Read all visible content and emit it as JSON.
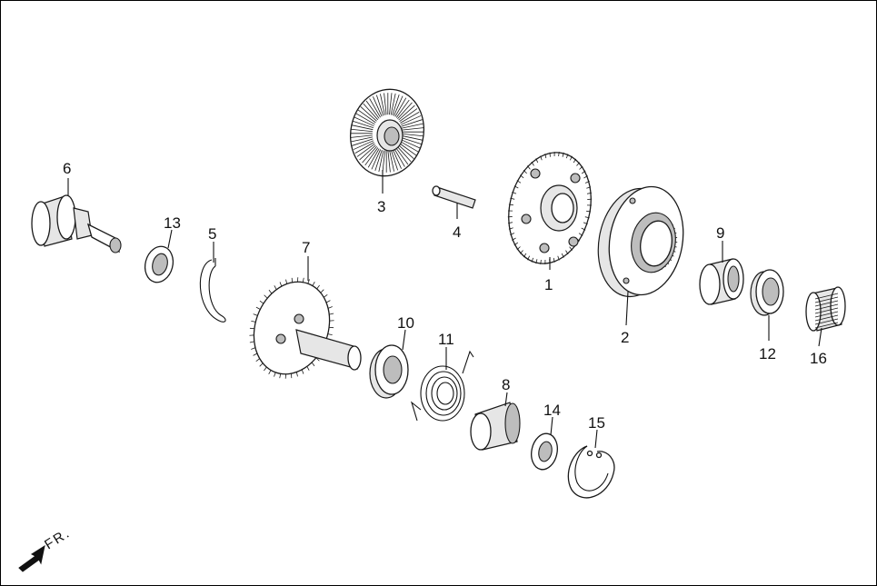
{
  "diagram": {
    "direction_label": "FR.",
    "callouts": [
      {
        "id": "1",
        "text": "1"
      },
      {
        "id": "2",
        "text": "2"
      },
      {
        "id": "3",
        "text": "3"
      },
      {
        "id": "4",
        "text": "4"
      },
      {
        "id": "5",
        "text": "5"
      },
      {
        "id": "6",
        "text": "6"
      },
      {
        "id": "7",
        "text": "7"
      },
      {
        "id": "8",
        "text": "8"
      },
      {
        "id": "9",
        "text": "9"
      },
      {
        "id": "10",
        "text": "10"
      },
      {
        "id": "11",
        "text": "11"
      },
      {
        "id": "12",
        "text": "12"
      },
      {
        "id": "13",
        "text": "13"
      },
      {
        "id": "14",
        "text": "14"
      },
      {
        "id": "15",
        "text": "15"
      },
      {
        "id": "16",
        "text": "16"
      }
    ]
  }
}
